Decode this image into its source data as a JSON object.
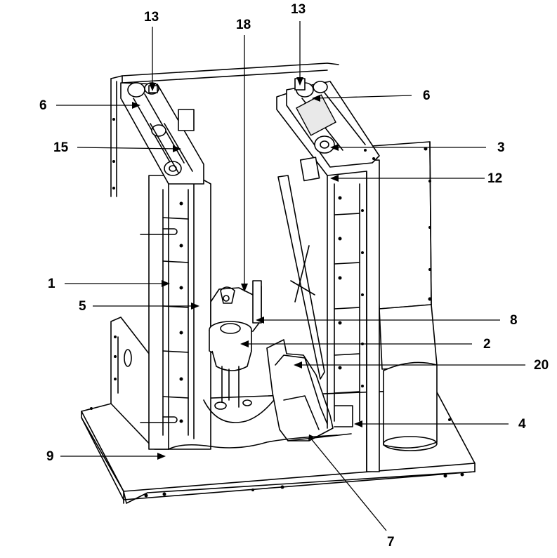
{
  "callouts": {
    "c13_left": "13",
    "c13_right": "13",
    "c18": "18",
    "c6_left": "6",
    "c6_right": "6",
    "c15": "15",
    "c3": "3",
    "c12": "12",
    "c1": "1",
    "c5": "5",
    "c8": "8",
    "c2": "2",
    "c20": "20",
    "c4": "4",
    "c9": "9",
    "c7": "7"
  }
}
